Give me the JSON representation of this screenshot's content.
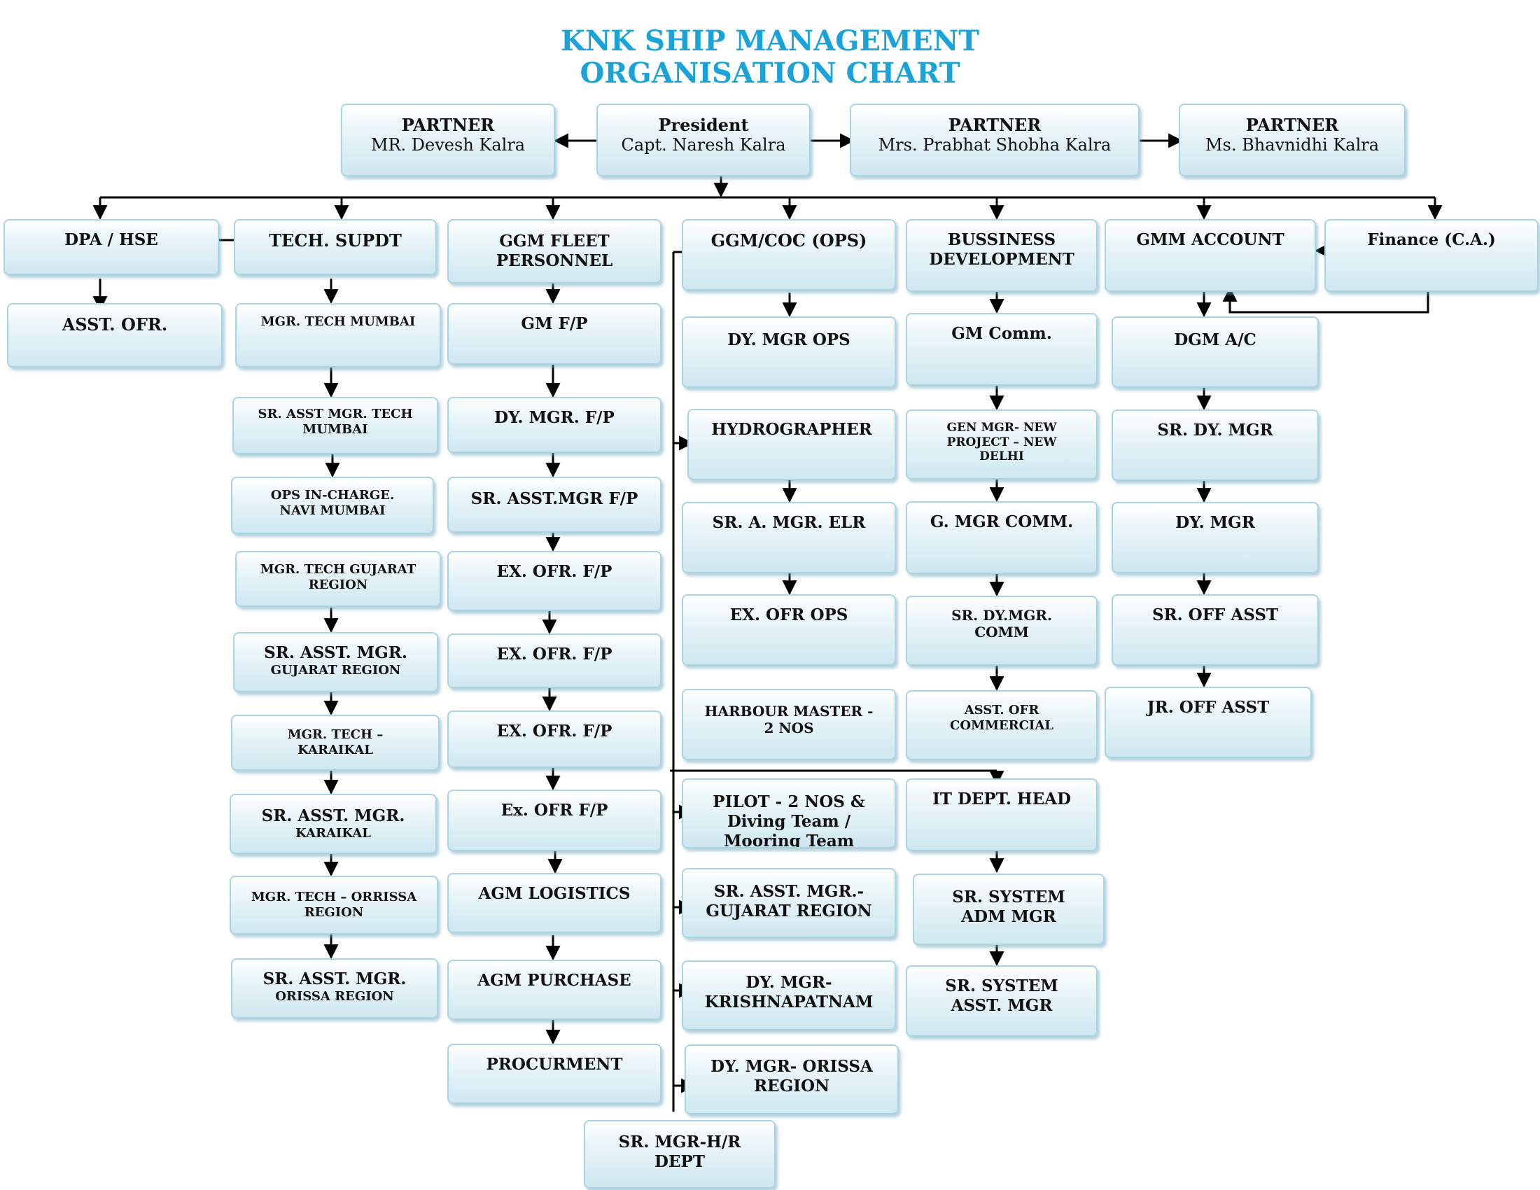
{
  "title": {
    "line1": "KNK SHIP MANAGEMENT",
    "line2": "ORGANISATION CHART"
  },
  "top": {
    "partner_devesh": [
      "PARTNER",
      "MR. Devesh Kalra"
    ],
    "president": [
      "President",
      "Capt. Naresh Kalra"
    ],
    "partner_prabhat": [
      "PARTNER",
      "Mrs. Prabhat Shobha Kalra"
    ],
    "partner_bhavnidhi": [
      "PARTNER",
      "Ms. Bhavnidhi Kalra"
    ]
  },
  "col_dpa": {
    "head": [
      "DPA / HSE"
    ],
    "items": [
      [
        "ASST. OFR."
      ]
    ]
  },
  "col_tech": {
    "head": [
      "TECH. SUPDT"
    ],
    "items": [
      [
        "MGR. TECH  MUMBAI"
      ],
      [
        "SR. ASST MGR. TECH",
        "MUMBAI"
      ],
      [
        "OPS IN-CHARGE.",
        "NAVI  MUMBAI"
      ],
      [
        "MGR. TECH GUJARAT",
        "REGION"
      ],
      [
        "SR. ASST. MGR.",
        "GUJARAT REGION"
      ],
      [
        "MGR. TECH –",
        "KARAIKAL"
      ],
      [
        "SR. ASST. MGR.",
        "KARAIKAL"
      ],
      [
        "MGR. TECH – ORRISSA",
        "REGION"
      ],
      [
        "SR. ASST. MGR.",
        "ORISSA REGION"
      ]
    ]
  },
  "col_fleet": {
    "head": [
      "GGM FLEET",
      "PERSONNEL"
    ],
    "items": [
      [
        "GM F/P"
      ],
      [
        "DY. MGR. F/P"
      ],
      [
        "SR. ASST.MGR F/P"
      ],
      [
        "EX. OFR. F/P"
      ],
      [
        "EX. OFR. F/P"
      ],
      [
        "EX. OFR.  F/P"
      ],
      [
        "Ex. OFR F/P"
      ],
      [
        "AGM LOGISTICS"
      ],
      [
        "AGM PURCHASE"
      ],
      [
        "PROCURMENT"
      ]
    ]
  },
  "col_ops": {
    "head": [
      "GGM/COC (OPS)"
    ],
    "items": [
      [
        "DY. MGR OPS"
      ],
      [
        "HYDROGRAPHER"
      ],
      [
        "SR. A. MGR. ELR"
      ],
      [
        "EX. OFR OPS"
      ],
      [
        "HARBOUR MASTER -",
        "2 NOS"
      ],
      [
        "PILOT  - 2 NOS &",
        "Diving Team /",
        "Mooring Team"
      ],
      [
        "SR. ASST. MGR.-",
        "GUJARAT REGION"
      ],
      [
        "DY. MGR-",
        "KRISHNAPATNAM"
      ],
      [
        "DY. MGR- ORISSA",
        "REGION"
      ]
    ]
  },
  "col_bd": {
    "head": [
      "BUSSINESS",
      "DEVELOPMENT"
    ],
    "items": [
      [
        "GM Comm."
      ],
      [
        "GEN MGR- NEW",
        "PROJECT – NEW",
        "DELHI"
      ],
      [
        "G. MGR COMM."
      ],
      [
        "SR. DY.MGR.",
        "COMM"
      ],
      [
        "ASST. OFR",
        "COMMERCIAL"
      ],
      [
        "IT DEPT. HEAD"
      ],
      [
        "SR. SYSTEM",
        "ADM MGR"
      ],
      [
        "SR. SYSTEM",
        "ASST. MGR"
      ]
    ]
  },
  "col_acct": {
    "head": [
      "GMM ACCOUNT"
    ],
    "items": [
      [
        "DGM A/C"
      ],
      [
        "SR. DY. MGR"
      ],
      [
        "DY. MGR"
      ],
      [
        "SR. OFF ASST"
      ],
      [
        "JR. OFF ASST"
      ]
    ]
  },
  "finance": [
    "Finance (C.A.)"
  ],
  "hr": [
    "SR. MGR-H/R",
    "DEPT"
  ],
  "colors": {
    "title": "#1aa3d8",
    "box_border": "#a9d4e4",
    "box_fill_bottom": "#cfe7f0",
    "line": "#000000"
  }
}
